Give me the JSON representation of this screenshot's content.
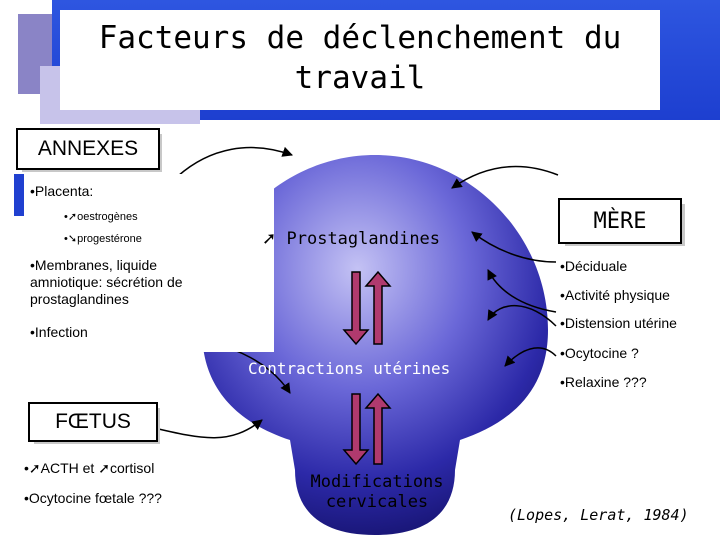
{
  "title": "Facteurs de déclenchement du travail",
  "annexes": {
    "label": "ANNEXES",
    "placenta": "•Placenta:",
    "oestrogenes_bullet": "•",
    "oestrogenes_arrow": "➚",
    "oestrogenes": "oestrogènes",
    "progesterone_bullet": "•",
    "progesterone_arrow": "➘",
    "progesterone": "progestérone",
    "membranes": "•Membranes, liquide amniotique: sécrétion de prostaglandines",
    "infection": "•Infection"
  },
  "fetus": {
    "label": "FŒTUS",
    "acth_bullet": "•",
    "acth_arrow": "➚",
    "acth": "ACTH et ",
    "cortisol_arrow": "➚",
    "cortisol": "cortisol",
    "ocytocine": "•Ocytocine fœtale ???"
  },
  "mere": {
    "label": "MÈRE",
    "items": [
      "•Déciduale",
      "•Activité physique",
      "•Distension utérine",
      "•Ocytocine ?",
      "•Relaxine ???"
    ]
  },
  "center": {
    "prostaglandines_arrow": "➚",
    "prostaglandines": "Prostaglandines",
    "contractions": "Contractions utérines",
    "modifications": "Modifications cervicales"
  },
  "citation": "(Lopes, Lerat, 1984)",
  "colors": {
    "banner": "#2544d8",
    "lavender": "#c7c3ea",
    "purple": "#8a84c6",
    "sphere_light": "#a9a6f0",
    "sphere_dark": "#1d1a8a",
    "arrow_fill": "#b03a6e"
  }
}
